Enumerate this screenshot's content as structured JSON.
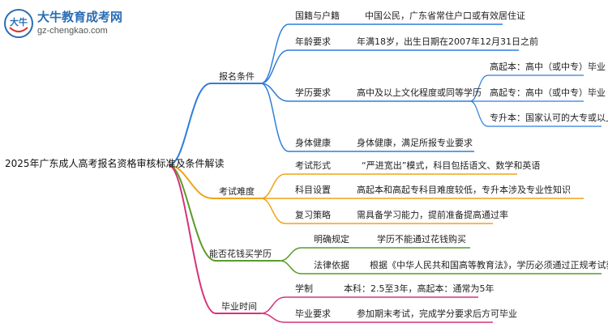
{
  "logo": {
    "title": "大牛教育成考网",
    "url": "gz-chengkao.com",
    "glyph": "大牛"
  },
  "colors": {
    "blue": "#2f7ed8",
    "orange": "#f0a319",
    "green": "#5a9c2a",
    "magenta": "#d6327a"
  },
  "root": "2025年广东成人高考报名资格审核标准及条件解读",
  "branches": {
    "b1": {
      "label": "报名条件",
      "items": [
        {
          "label": "国籍与户籍",
          "desc": "中国公民，广东省常住户口或有效居住证"
        },
        {
          "label": "年龄要求",
          "desc": "年满18岁，出生日期在2007年12月31日之前"
        },
        {
          "label": "学历要求",
          "desc": "高中及以上文化程度或同等学历",
          "subs": [
            "高起本：高中（或中专）毕业",
            "高起专：高中（或中专）毕业",
            "专升本：国家认可的大专或以上学历"
          ]
        },
        {
          "label": "身体健康",
          "desc": "身体健康，满足所报专业要求"
        }
      ]
    },
    "b2": {
      "label": "考试难度",
      "items": [
        {
          "label": "考试形式",
          "desc": "“严进宽出”模式，科目包括语文、数学和英语"
        },
        {
          "label": "科目设置",
          "desc": "高起本和高起专科目难度较低，专升本涉及专业性知识"
        },
        {
          "label": "复习策略",
          "desc": "需具备学习能力，提前准备提高通过率"
        }
      ]
    },
    "b3": {
      "label": "能否花钱买学历",
      "items": [
        {
          "label": "明确规定",
          "desc": "学历不能通过花钱购买"
        },
        {
          "label": "法律依据",
          "desc": "根据《中华人民共和国高等教育法》，学历必须通过正规考试获得"
        }
      ]
    },
    "b4": {
      "label": "毕业时间",
      "items": [
        {
          "label": "学制",
          "desc": "本科：2.5至3年，高起本：通常为5年"
        },
        {
          "label": "毕业要求",
          "desc": "参加期末考试，完成学分要求后方可毕业"
        }
      ]
    }
  }
}
